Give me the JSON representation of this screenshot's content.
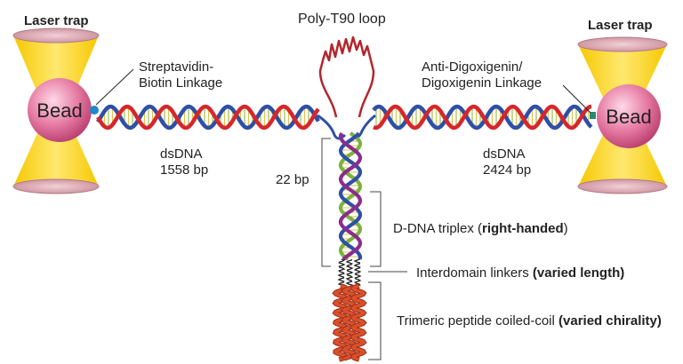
{
  "labels": {
    "laser_trap_left": "Laser trap",
    "laser_trap_right": "Laser trap",
    "bead_left": "Bead",
    "bead_right": "Bead",
    "poly_loop": "Poly-T90 loop",
    "strep_line1": "Streptavidin-",
    "strep_line2": "Biotin Linkage",
    "dig_line1": "Anti-Digoxigenin/",
    "dig_line2": "Digoxigenin Linkage",
    "dsdna_left_name": "dsDNA",
    "dsdna_left_bp": "1558 bp",
    "dsdna_right_name": "dsDNA",
    "dsdna_right_bp": "2424 bp",
    "bp22": "22 bp",
    "triplex_pre": "D-DNA triplex (",
    "triplex_bold": "right-handed",
    "triplex_post": ")",
    "linker_pre": "Interdomain linkers ",
    "linker_bold": "(varied length)",
    "coil_pre": "Trimeric peptide coiled-coil ",
    "coil_bold": "(varied chirality)"
  },
  "colors": {
    "strand_red": "#d6262c",
    "strand_blue": "#2f4fa6",
    "strand_green": "#7cb23e",
    "strand_purple": "#8a2d8c",
    "helix_orange": "#d9502a",
    "bead_pink": "#d95c8c",
    "trap_yellow": "#f2c300",
    "loop_red": "#b3262c"
  }
}
